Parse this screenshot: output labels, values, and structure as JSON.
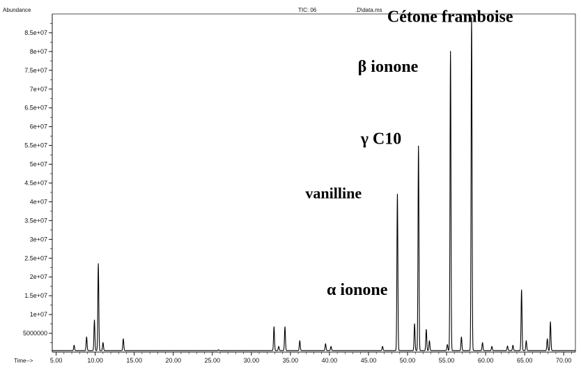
{
  "chart_data": {
    "type": "line",
    "ylabel": "Abundance",
    "xlabel": "Time-->",
    "header_tic": "TIC: 06",
    "header_file": ".D\\data.ms",
    "xlim": [
      4.5,
      71.5
    ],
    "ylim": [
      0,
      90000000
    ],
    "x_ticks": [
      {
        "value": 5,
        "label": "5.00"
      },
      {
        "value": 10,
        "label": "10.00"
      },
      {
        "value": 15,
        "label": "15.00"
      },
      {
        "value": 20,
        "label": "20.00"
      },
      {
        "value": 25,
        "label": "25.00"
      },
      {
        "value": 30,
        "label": "30.00"
      },
      {
        "value": 35,
        "label": "35.00"
      },
      {
        "value": 40,
        "label": "40.00"
      },
      {
        "value": 45,
        "label": "45.00"
      },
      {
        "value": 50,
        "label": "50.00"
      },
      {
        "value": 55,
        "label": "55.00"
      },
      {
        "value": 60,
        "label": "60.00"
      },
      {
        "value": 65,
        "label": "65.00"
      },
      {
        "value": 70,
        "label": "70.00"
      }
    ],
    "y_ticks": [
      {
        "value": 5000000,
        "label": "5000000"
      },
      {
        "value": 10000000,
        "label": "1e+07"
      },
      {
        "value": 15000000,
        "label": "1.5e+07"
      },
      {
        "value": 20000000,
        "label": "2e+07"
      },
      {
        "value": 25000000,
        "label": "2.5e+07"
      },
      {
        "value": 30000000,
        "label": "3e+07"
      },
      {
        "value": 35000000,
        "label": "3.5e+07"
      },
      {
        "value": 40000000,
        "label": "4e+07"
      },
      {
        "value": 45000000,
        "label": "4.5e+07"
      },
      {
        "value": 50000000,
        "label": "5e+07"
      },
      {
        "value": 55000000,
        "label": "5.5e+07"
      },
      {
        "value": 60000000,
        "label": "6e+07"
      },
      {
        "value": 65000000,
        "label": "6.5e+07"
      },
      {
        "value": 70000000,
        "label": "7e+07"
      },
      {
        "value": 75000000,
        "label": "7.5e+07"
      },
      {
        "value": 80000000,
        "label": "8e+07"
      },
      {
        "value": 85000000,
        "label": "8.5e+07"
      }
    ],
    "baseline": 400000,
    "peaks": [
      {
        "rt": 7.3,
        "height": 1800000
      },
      {
        "rt": 8.9,
        "height": 4000000
      },
      {
        "rt": 9.9,
        "height": 8500000
      },
      {
        "rt": 10.4,
        "height": 23500000
      },
      {
        "rt": 11.0,
        "height": 2500000
      },
      {
        "rt": 13.6,
        "height": 3500000
      },
      {
        "rt": 25.8,
        "height": 600000
      },
      {
        "rt": 32.9,
        "height": 6700000
      },
      {
        "rt": 33.5,
        "height": 1500000
      },
      {
        "rt": 34.3,
        "height": 6700000
      },
      {
        "rt": 36.2,
        "height": 3000000
      },
      {
        "rt": 39.5,
        "height": 2200000
      },
      {
        "rt": 40.2,
        "height": 1500000
      },
      {
        "rt": 46.8,
        "height": 1500000
      },
      {
        "rt": 48.7,
        "height": 42000000
      },
      {
        "rt": 50.9,
        "height": 7500000
      },
      {
        "rt": 51.4,
        "height": 54800000
      },
      {
        "rt": 52.4,
        "height": 6000000
      },
      {
        "rt": 52.8,
        "height": 3000000
      },
      {
        "rt": 55.1,
        "height": 2000000
      },
      {
        "rt": 55.5,
        "height": 80000000
      },
      {
        "rt": 56.9,
        "height": 4000000
      },
      {
        "rt": 58.2,
        "height": 89000000
      },
      {
        "rt": 59.6,
        "height": 2500000
      },
      {
        "rt": 60.8,
        "height": 1500000
      },
      {
        "rt": 62.8,
        "height": 1600000
      },
      {
        "rt": 63.5,
        "height": 1800000
      },
      {
        "rt": 64.6,
        "height": 16500000
      },
      {
        "rt": 65.2,
        "height": 3000000
      },
      {
        "rt": 67.9,
        "height": 3500000
      },
      {
        "rt": 68.3,
        "height": 8000000
      }
    ],
    "annotations": [
      {
        "text": "Cétone framboise",
        "rt": 58.2,
        "value": 89000000
      },
      {
        "text": "β ionone",
        "rt": 55.5,
        "value": 80000000
      },
      {
        "text": "γ C10",
        "rt": 51.4,
        "value": 54800000
      },
      {
        "text": "vanilline",
        "rt": 48.7,
        "value": 42000000
      },
      {
        "text": "α ionone",
        "rt": 34.3,
        "value": 6700000
      }
    ]
  }
}
